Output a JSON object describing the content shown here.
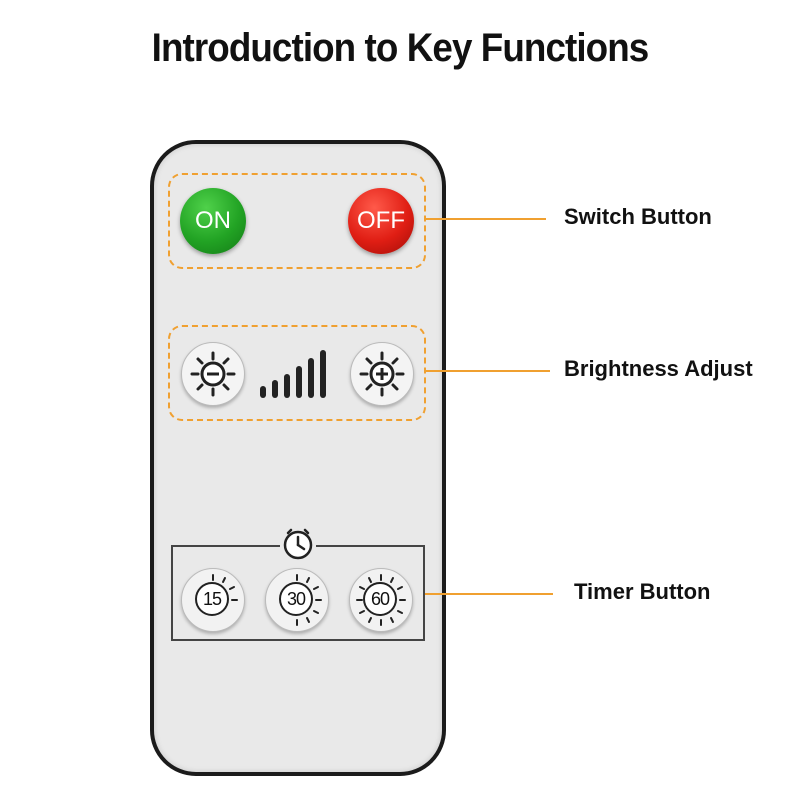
{
  "title": "Introduction to Key Functions",
  "buttons": {
    "on_label": "ON",
    "off_label": "OFF",
    "timers": [
      "15",
      "30",
      "60"
    ]
  },
  "callouts": {
    "switch": "Switch Button",
    "brightness": "Brightness Adjust",
    "timer": "Timer Button"
  },
  "colors": {
    "accent": "#f0a030",
    "on": "#22a324",
    "off": "#e01e14",
    "remote_body": "#e9e9e9"
  }
}
